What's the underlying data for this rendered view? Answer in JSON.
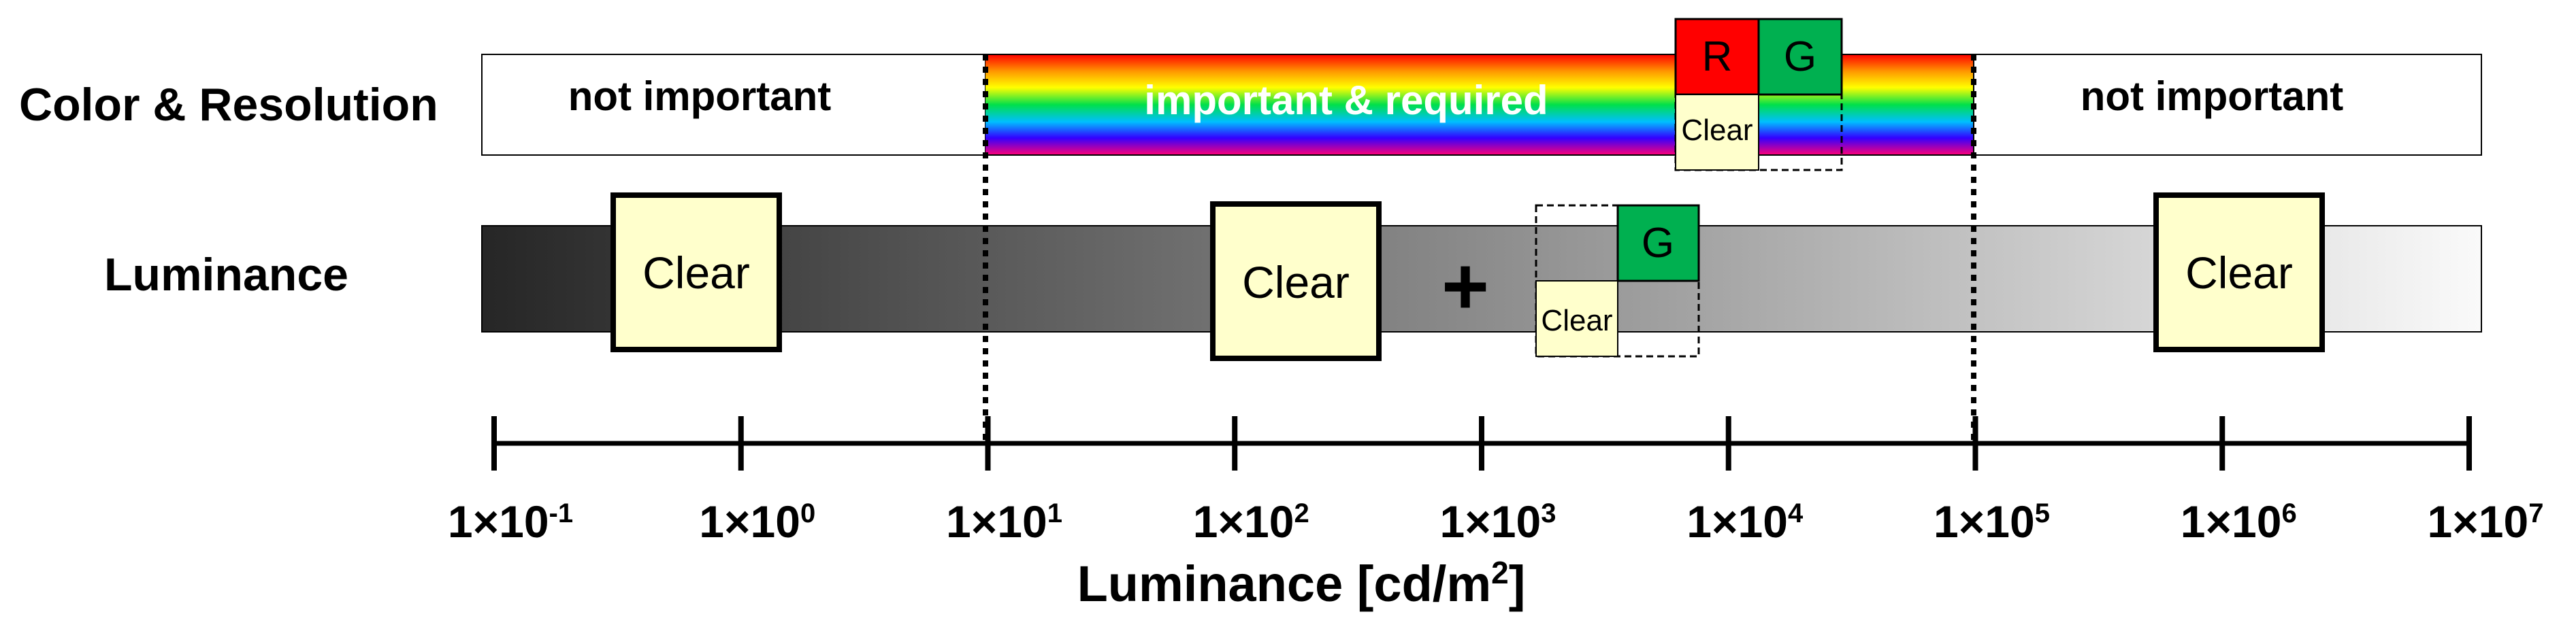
{
  "rows": {
    "color_resolution": {
      "label": "Color & Resolution"
    },
    "luminance": {
      "label": "Luminance"
    }
  },
  "color_bar": {
    "left_text": "not important",
    "center_text": "important & required",
    "right_text": "not important"
  },
  "filters": {
    "clear": "Clear",
    "r": "R",
    "g": "G",
    "plus": "+"
  },
  "axis": {
    "ticks": [
      {
        "base": "1×10",
        "exp": "-1"
      },
      {
        "base": "1×10",
        "exp": "0"
      },
      {
        "base": "1×10",
        "exp": "1"
      },
      {
        "base": "1×10",
        "exp": "2"
      },
      {
        "base": "1×10",
        "exp": "3"
      },
      {
        "base": "1×10",
        "exp": "4"
      },
      {
        "base": "1×10",
        "exp": "5"
      },
      {
        "base": "1×10",
        "exp": "6"
      },
      {
        "base": "1×10",
        "exp": "7"
      }
    ],
    "title": {
      "prefix": "Luminance [cd/m",
      "exp": "2",
      "suffix": "]"
    }
  },
  "colors": {
    "red": "#ff0000",
    "green": "#00b050",
    "clear_fill": "#ffffcc",
    "luminance_dark": "#262626",
    "luminance_light": "#fafafa"
  }
}
